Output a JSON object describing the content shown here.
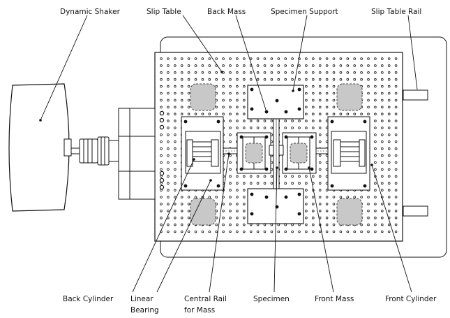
{
  "labels": {
    "dynamic_shaker": "Dynamic Shaker",
    "slip_table": "Slip Table",
    "back_mass": "Back Mass",
    "specimen_support": "Specimen Support",
    "slip_table_rail": "Slip Table Rail",
    "back_cylinder": "Back Cylinder",
    "linear_bearing_1": "Linear",
    "linear_bearing_2": "Bearing",
    "central_rail_1": "Central Rail",
    "central_rail_2": "for Mass",
    "specimen": "Specimen",
    "front_mass": "Front Mass",
    "front_cylinder": "Front Cylinder"
  },
  "colors": {
    "line": "#111111",
    "pad_fill": "#c8c8c8",
    "background": "#ffffff"
  }
}
